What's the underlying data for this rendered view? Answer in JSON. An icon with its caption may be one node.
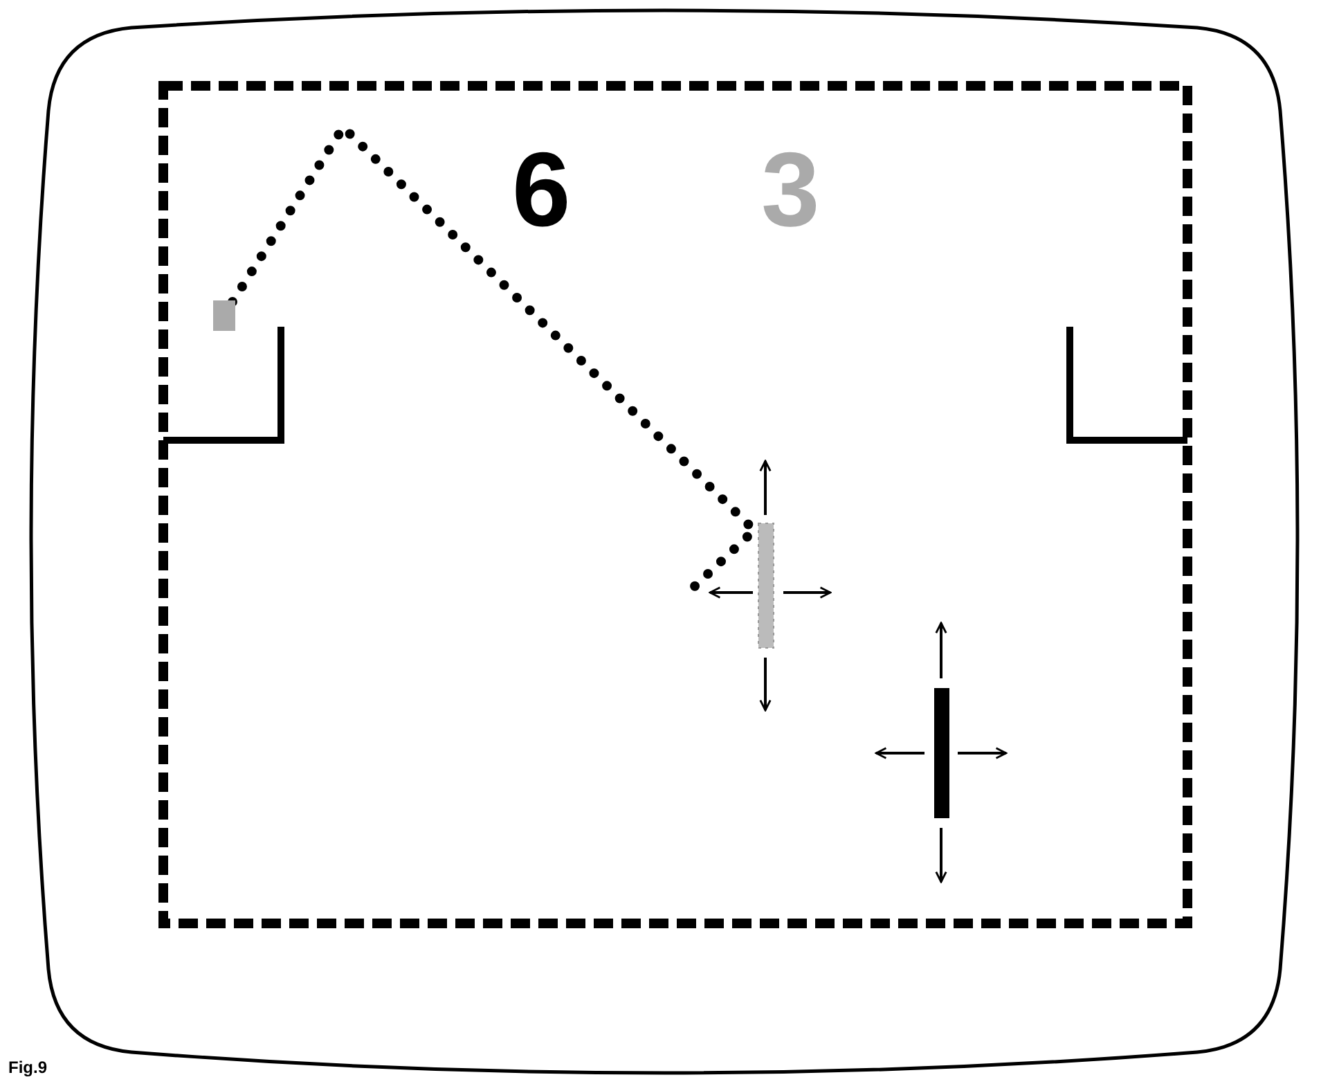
{
  "diagram": {
    "labels": [
      "6",
      "3",
      "Fig.9"
    ]
  }
}
